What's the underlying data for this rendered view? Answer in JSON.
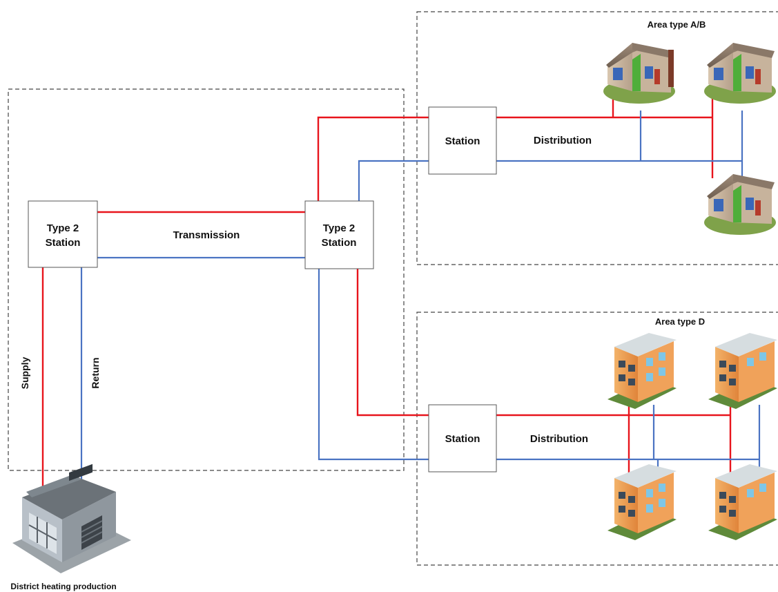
{
  "areas": {
    "ab_title": "Area type A/B",
    "d_title": "Area type D"
  },
  "stations": {
    "type2_left": [
      "Type 2",
      "Station"
    ],
    "type2_right": [
      "Type 2",
      "Station"
    ],
    "station_ab": "Station",
    "station_d": "Station"
  },
  "labels": {
    "transmission": "Transmission",
    "distribution_ab": "Distribution",
    "distribution_d": "Distribution",
    "supply": "Supply",
    "return": "Return",
    "production": "District heating production"
  },
  "colors": {
    "supply": "#e8141c",
    "return": "#4a73c2"
  }
}
